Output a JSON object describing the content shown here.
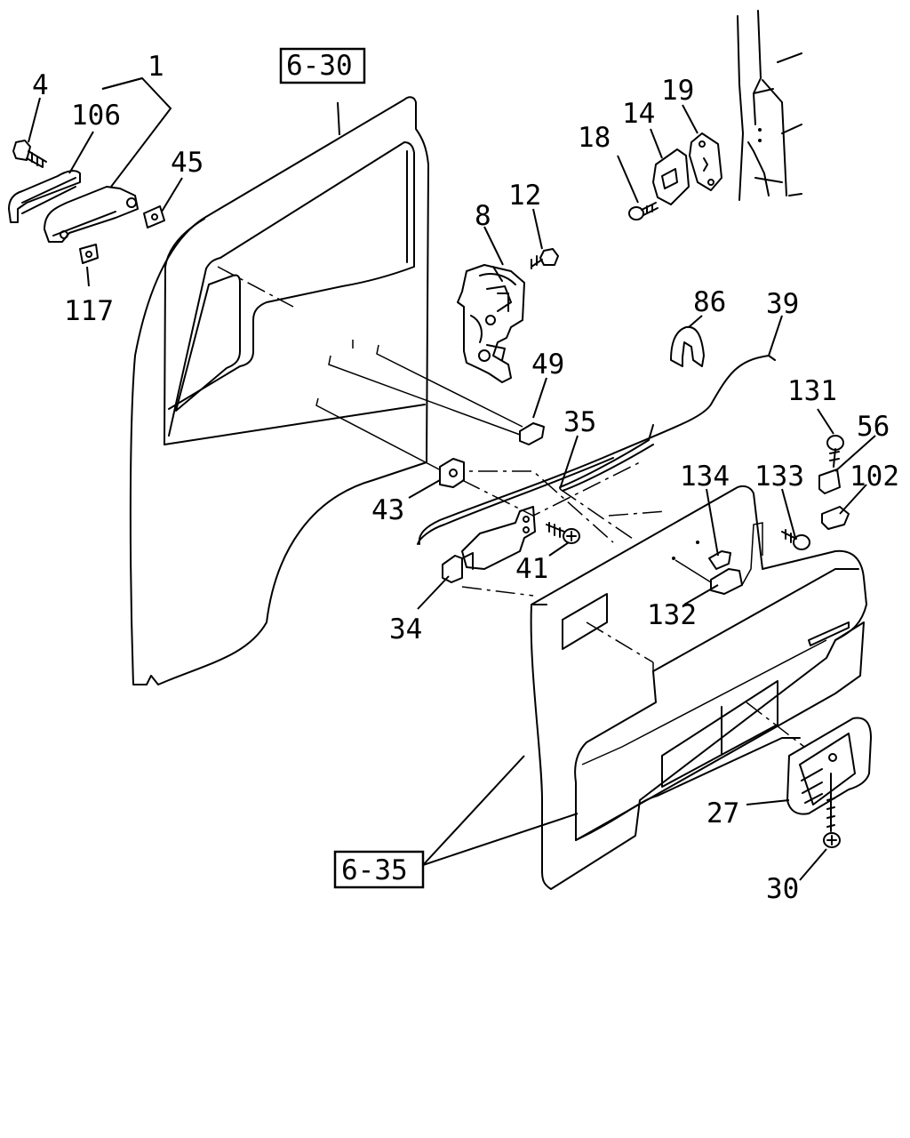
{
  "references": {
    "door_ref": "6-30",
    "trim_ref": "6-35"
  },
  "callouts": {
    "c1": "1",
    "c4": "4",
    "c106": "106",
    "c45": "45",
    "c117": "117",
    "c8": "8",
    "c12": "12",
    "c49": "49",
    "c14": "14",
    "c18": "18",
    "c19": "19",
    "c86": "86",
    "c39": "39",
    "c35": "35",
    "c43": "43",
    "c41": "41",
    "c34": "34",
    "c131": "131",
    "c56": "56",
    "c102": "102",
    "c134": "134",
    "c133": "133",
    "c132": "132",
    "c27": "27",
    "c30": "30"
  }
}
